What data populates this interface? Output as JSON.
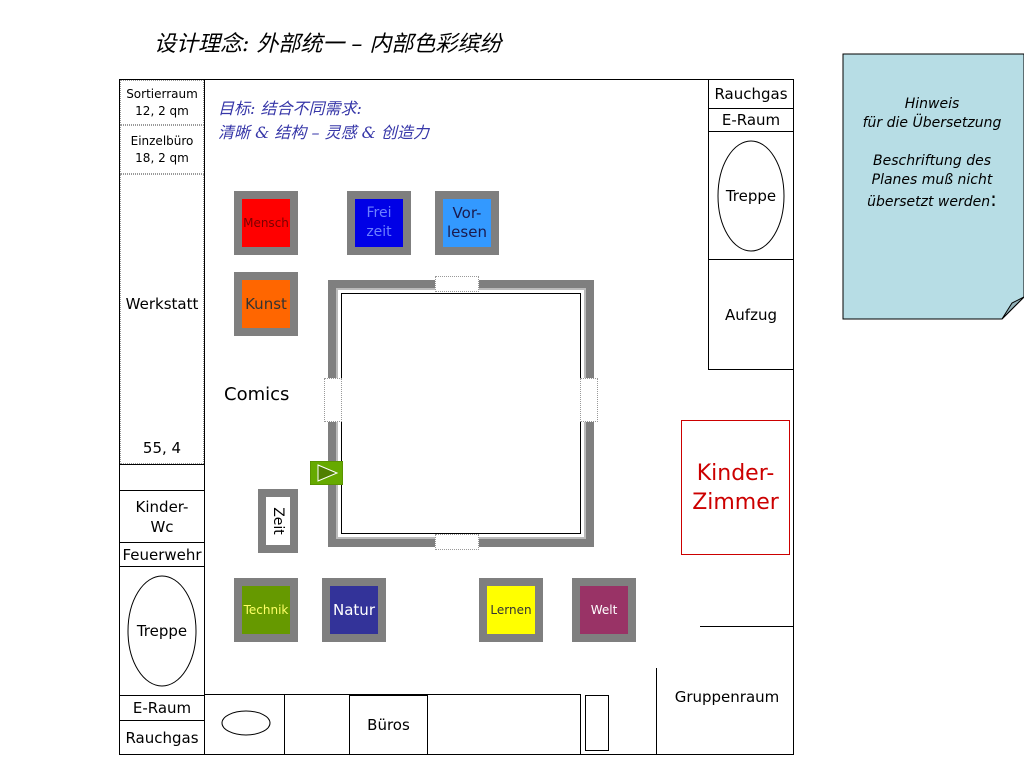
{
  "title": "设计理念: 外部统一 – 内部色彩缤纷",
  "goal": {
    "line1": "目标: 结合不同需求:",
    "line2": "清晰 & 结构 – 灵感 & 创造力"
  },
  "note": {
    "line1": "Hinweis",
    "line2": "für die Übersetzung",
    "line3": "Beschriftung des",
    "line4": "Planes muß nicht",
    "line5": "übersetzt werden",
    "line5_suffix": ":"
  },
  "left_column": {
    "sortierraum_name": "Sortierraum",
    "sortierraum_area": "12, 2 qm",
    "einzelbuero_name": "Einzelbüro",
    "einzelbuero_area": "18, 2 qm",
    "werkstatt": "Werkstatt",
    "number": "55, 4",
    "kinder_wc_line1": "Kinder-",
    "kinder_wc_line2": "Wc",
    "feuerwehr": "Feuerwehr",
    "treppe": "Treppe",
    "e_raum": "E-Raum",
    "rauchgas": "Rauchgas"
  },
  "right_column": {
    "rauchgas": "Rauchgas",
    "e_raum": "E-Raum",
    "treppe": "Treppe",
    "aufzug": "Aufzug",
    "kinderzimmer_line1": "Kinder-",
    "kinderzimmer_line2": "Zimmer",
    "gruppenraum": "Gruppenraum"
  },
  "bottom": {
    "bueros": "Büros"
  },
  "comics": "Comics",
  "boxes": {
    "mensch": "Mensch",
    "freizeit_line1": "Frei",
    "freizeit_line2": "zeit",
    "vorlesen_line1": "Vor-",
    "vorlesen_line2": "lesen",
    "kunst": "Kunst",
    "zeit": "Zeit",
    "technik": "Technik",
    "natur": "Natur",
    "lernen": "Lernen",
    "welt": "Welt"
  },
  "colors": {
    "frame_gray": "#7f7f7f",
    "mensch": "#ff0000",
    "freizeit": "#0000e6",
    "vorlesen": "#3399ff",
    "kunst": "#ff6600",
    "technik": "#669900",
    "natur": "#333399",
    "lernen": "#ffff00",
    "welt": "#993366",
    "play_icon": "#66aa00",
    "kinderzimmer": "#cc0000",
    "note_bg": "#b7dde5",
    "goal_text": "#3636a8"
  },
  "icons": {
    "play": "play-icon",
    "page_curl": "page-curl-icon"
  }
}
